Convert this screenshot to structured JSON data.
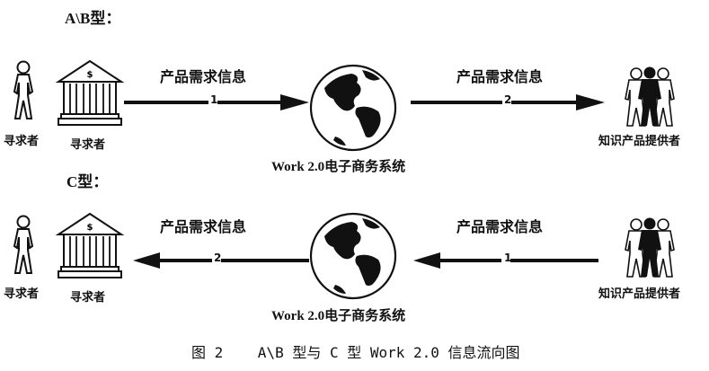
{
  "diagram": {
    "sections": [
      {
        "title": "A\\B型：",
        "seeker_person_label": "寻求者",
        "seeker_bank_label": "寻求者",
        "flow_left_label": "产品需求信息",
        "flow_left_step": "1",
        "flow_left_direction": "right",
        "system_label": "Work 2.0电子商务系统",
        "flow_right_label": "产品需求信息",
        "flow_right_step": "2",
        "flow_right_direction": "right",
        "provider_label": "知识产品提供者"
      },
      {
        "title": "C型：",
        "seeker_person_label": "寻求者",
        "seeker_bank_label": "寻求者",
        "flow_left_label": "产品需求信息",
        "flow_left_step": "2",
        "flow_left_direction": "left",
        "system_label": "Work 2.0电子商务系统",
        "flow_right_label": "产品需求信息",
        "flow_right_step": "1",
        "flow_right_direction": "left",
        "provider_label": "知识产品提供者"
      }
    ],
    "caption": "图 2    A\\B 型与 C 型 Work 2.0 信息流向图"
  }
}
